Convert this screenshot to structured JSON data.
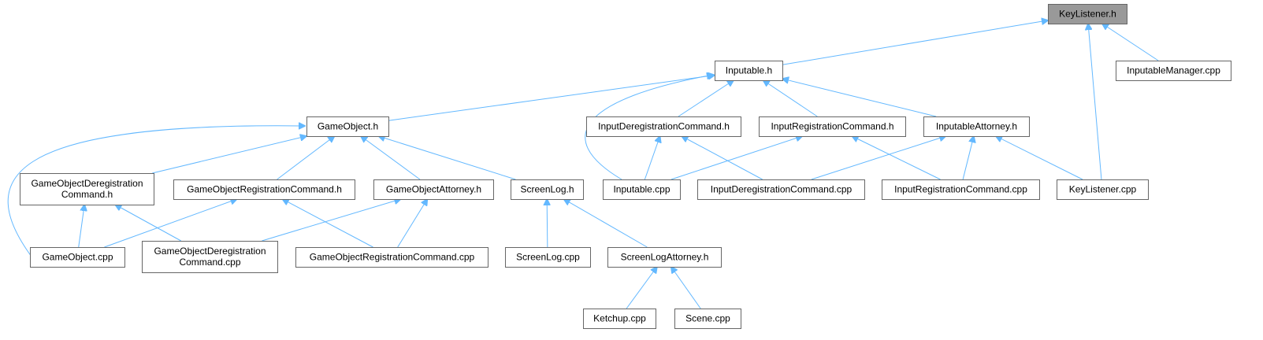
{
  "graph": {
    "root_color": "#999999",
    "edge_color": "#63b8ff",
    "nodes": [
      {
        "id": "keylistener_h",
        "lines": [
          "KeyListener.h"
        ],
        "root": true
      },
      {
        "id": "inputable_h",
        "lines": [
          "Inputable.h"
        ]
      },
      {
        "id": "inputablemanager_cpp",
        "lines": [
          "InputableManager.cpp"
        ]
      },
      {
        "id": "gameobject_h",
        "lines": [
          "GameObject.h"
        ]
      },
      {
        "id": "inputderegistrationcommand_h",
        "lines": [
          "InputDeregistrationCommand.h"
        ]
      },
      {
        "id": "inputregistrationcommand_h",
        "lines": [
          "InputRegistrationCommand.h"
        ]
      },
      {
        "id": "inputableattorney_h",
        "lines": [
          "InputableAttorney.h"
        ]
      },
      {
        "id": "gameobjectderegistrationcommand_h",
        "lines": [
          "GameObjectDeregistration",
          "Command.h"
        ]
      },
      {
        "id": "gameobjectregistrationcommand_h",
        "lines": [
          "GameObjectRegistrationCommand.h"
        ]
      },
      {
        "id": "gameobjectattorney_h",
        "lines": [
          "GameObjectAttorney.h"
        ]
      },
      {
        "id": "screenlog_h",
        "lines": [
          "ScreenLog.h"
        ]
      },
      {
        "id": "inputable_cpp",
        "lines": [
          "Inputable.cpp"
        ]
      },
      {
        "id": "inputderegistrationcommand_cpp",
        "lines": [
          "InputDeregistrationCommand.cpp"
        ]
      },
      {
        "id": "inputregistrationcommand_cpp",
        "lines": [
          "InputRegistrationCommand.cpp"
        ]
      },
      {
        "id": "keylistener_cpp",
        "lines": [
          "KeyListener.cpp"
        ]
      },
      {
        "id": "gameobject_cpp",
        "lines": [
          "GameObject.cpp"
        ]
      },
      {
        "id": "gameobjectderegistrationcommand_cpp",
        "lines": [
          "GameObjectDeregistration",
          "Command.cpp"
        ]
      },
      {
        "id": "gameobjectregistrationcommand_cpp",
        "lines": [
          "GameObjectRegistrationCommand.cpp"
        ]
      },
      {
        "id": "screenlog_cpp",
        "lines": [
          "ScreenLog.cpp"
        ]
      },
      {
        "id": "screenlogattorney_h",
        "lines": [
          "ScreenLogAttorney.h"
        ]
      },
      {
        "id": "ketchup_cpp",
        "lines": [
          "Ketchup.cpp"
        ]
      },
      {
        "id": "scene_cpp",
        "lines": [
          "Scene.cpp"
        ]
      }
    ],
    "edges": [
      {
        "from": "inputable_h",
        "to": "keylistener_h"
      },
      {
        "from": "inputablemanager_cpp",
        "to": "keylistener_h"
      },
      {
        "from": "keylistener_cpp",
        "to": "keylistener_h"
      },
      {
        "from": "gameobject_h",
        "to": "inputable_h"
      },
      {
        "from": "inputderegistrationcommand_h",
        "to": "inputable_h"
      },
      {
        "from": "inputregistrationcommand_h",
        "to": "inputable_h"
      },
      {
        "from": "inputableattorney_h",
        "to": "inputable_h"
      },
      {
        "from": "inputable_cpp",
        "to": "inputable_h"
      },
      {
        "from": "gameobjectderegistrationcommand_h",
        "to": "gameobject_h"
      },
      {
        "from": "gameobjectregistrationcommand_h",
        "to": "gameobject_h"
      },
      {
        "from": "gameobjectattorney_h",
        "to": "gameobject_h"
      },
      {
        "from": "screenlog_h",
        "to": "gameobject_h"
      },
      {
        "from": "gameobject_cpp",
        "to": "gameobject_h"
      },
      {
        "from": "inputable_cpp",
        "to": "inputderegistrationcommand_h"
      },
      {
        "from": "inputderegistrationcommand_cpp",
        "to": "inputderegistrationcommand_h"
      },
      {
        "from": "inputable_cpp",
        "to": "inputregistrationcommand_h"
      },
      {
        "from": "inputregistrationcommand_cpp",
        "to": "inputregistrationcommand_h"
      },
      {
        "from": "inputderegistrationcommand_cpp",
        "to": "inputableattorney_h"
      },
      {
        "from": "inputregistrationcommand_cpp",
        "to": "inputableattorney_h"
      },
      {
        "from": "keylistener_cpp",
        "to": "inputableattorney_h"
      },
      {
        "from": "gameobject_cpp",
        "to": "gameobjectderegistrationcommand_h"
      },
      {
        "from": "gameobjectderegistrationcommand_cpp",
        "to": "gameobjectderegistrationcommand_h"
      },
      {
        "from": "gameobject_cpp",
        "to": "gameobjectregistrationcommand_h"
      },
      {
        "from": "gameobjectregistrationcommand_cpp",
        "to": "gameobjectregistrationcommand_h"
      },
      {
        "from": "gameobjectderegistrationcommand_cpp",
        "to": "gameobjectattorney_h"
      },
      {
        "from": "gameobjectregistrationcommand_cpp",
        "to": "gameobjectattorney_h"
      },
      {
        "from": "screenlog_cpp",
        "to": "screenlog_h"
      },
      {
        "from": "screenlogattorney_h",
        "to": "screenlog_h"
      },
      {
        "from": "ketchup_cpp",
        "to": "screenlogattorney_h"
      },
      {
        "from": "scene_cpp",
        "to": "screenlogattorney_h"
      }
    ]
  }
}
